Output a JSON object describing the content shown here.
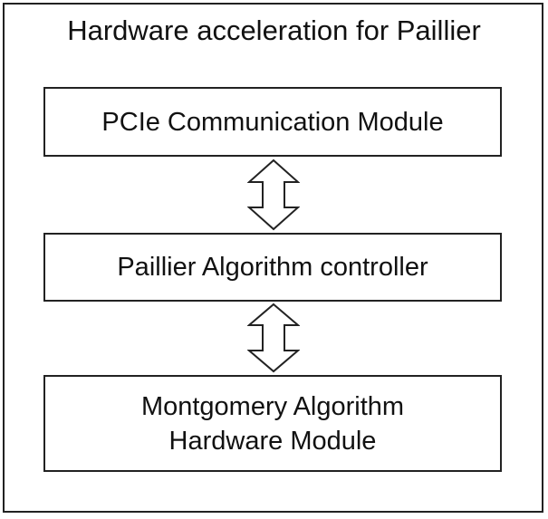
{
  "diagram": {
    "title": "Hardware acceleration for Paillier",
    "blocks": {
      "pcie": {
        "label": "PCIe Communication Module"
      },
      "controller": {
        "label": "Paillier Algorithm controller"
      },
      "montgomery": {
        "line1": "Montgomery Algorithm",
        "line2": "Hardware Module"
      }
    },
    "connectors": [
      {
        "from": "PCIe Communication Module",
        "to": "Paillier Algorithm controller",
        "type": "bidirectional"
      },
      {
        "from": "Paillier Algorithm controller",
        "to": "Montgomery Algorithm Hardware Module",
        "type": "bidirectional"
      }
    ],
    "colors": {
      "stroke": "#222222",
      "fill": "#ffffff",
      "text": "#111111"
    }
  }
}
